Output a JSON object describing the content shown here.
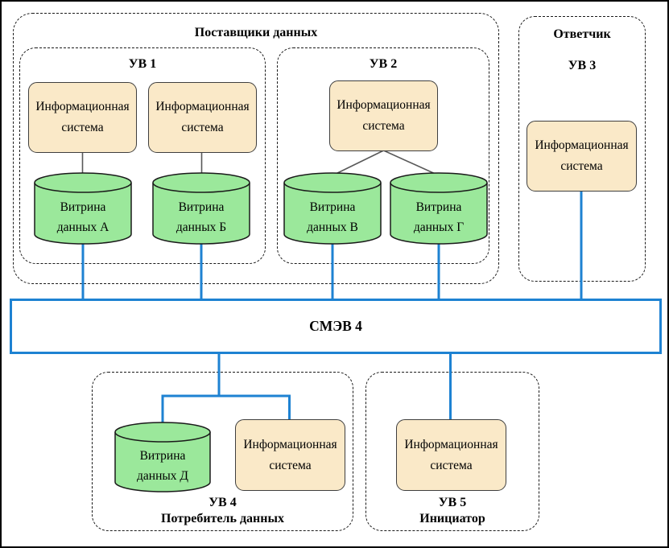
{
  "diagram": {
    "groups": {
      "providers": {
        "title": "Поставщики данных"
      },
      "uv1": {
        "title": "УВ 1"
      },
      "uv2": {
        "title": "УВ 2"
      },
      "responder": {
        "title": "Ответчик",
        "subtitle": "УВ 3"
      },
      "uv4": {
        "title": "УВ 4",
        "subtitle": "Потребитель данных"
      },
      "uv5": {
        "title": "УВ 5",
        "subtitle": "Инициатор"
      }
    },
    "bus": {
      "label": "СМЭВ 4"
    },
    "info_system": {
      "line1": "Информационная",
      "line2": "система"
    },
    "cylinders": {
      "a": {
        "line1": "Витрина",
        "line2": "данных А"
      },
      "b": {
        "line1": "Витрина",
        "line2": "данных Б"
      },
      "v": {
        "line1": "Витрина",
        "line2": "данных В"
      },
      "g": {
        "line1": "Витрина",
        "line2": "данных Г"
      },
      "d": {
        "line1": "Витрина",
        "line2": "данных Д"
      }
    },
    "colors": {
      "bus_blue": "#1E82D2",
      "info_fill": "#FAE9C8",
      "cylinder_fill": "#9BE89B"
    }
  }
}
